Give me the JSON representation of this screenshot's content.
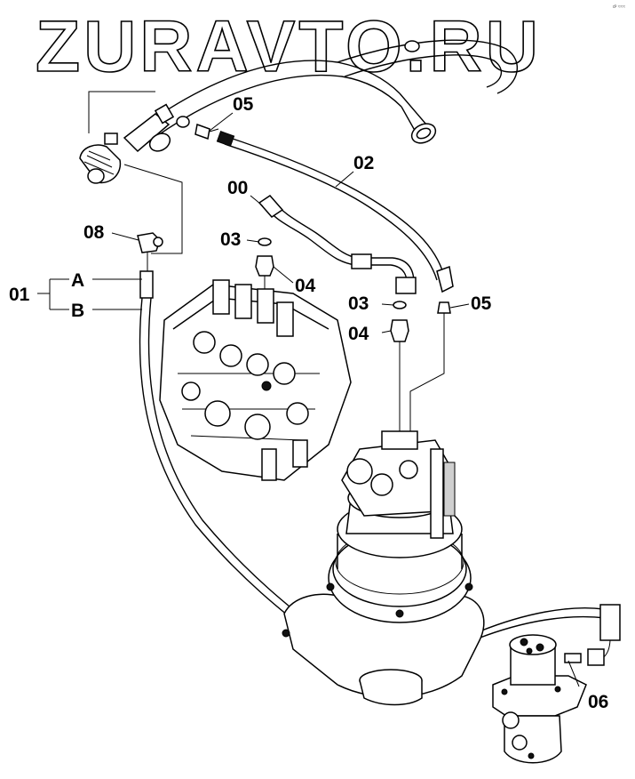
{
  "watermark": "ZURAVTO.RU",
  "corner_mark": "d² ≈≈≈",
  "callouts": {
    "c00": "00",
    "c01": "01",
    "c02": "02",
    "c03a": "03",
    "c03b": "03",
    "c04a": "04",
    "c04b": "04",
    "c05a": "05",
    "c05b": "05",
    "c06": "06",
    "c08": "08",
    "portA": "A",
    "portB": "B"
  }
}
